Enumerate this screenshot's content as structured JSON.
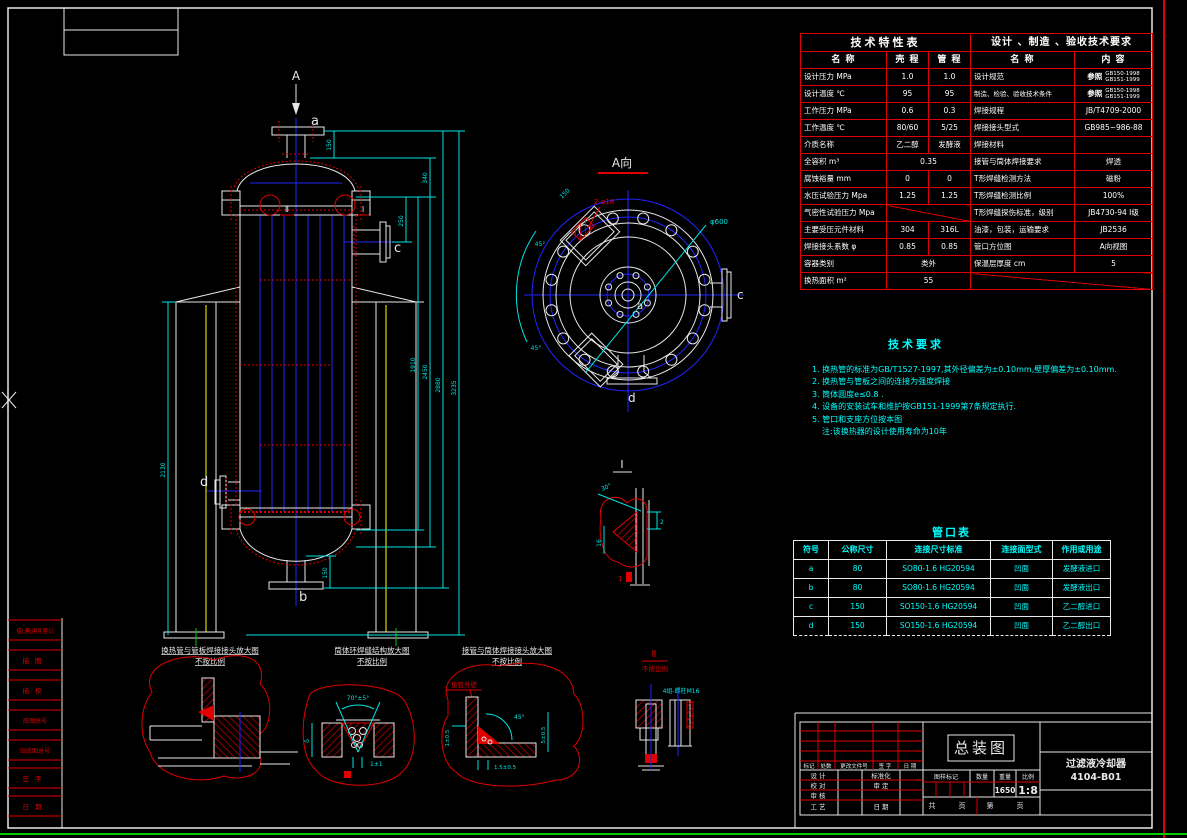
{
  "palette": {
    "background": "#000000",
    "line": "#ffffff",
    "accent_red": "#ff0000",
    "accent_cyan": "#00ffff",
    "accent_blue": "#0000ff",
    "accent_yellow": "#ffff00",
    "accent_green": "#00cc00"
  },
  "tech_table": {
    "title": "技术特性表",
    "headers": {
      "name": "名    称",
      "shell": "壳 程",
      "tube": "管 程"
    },
    "rows": [
      {
        "name": "设计压力  MPa",
        "shell": "1.0",
        "tube": "1.0"
      },
      {
        "name": "设计温度  ℃",
        "shell": "95",
        "tube": "95"
      },
      {
        "name": "工作压力  MPa",
        "shell": "0.6",
        "tube": "0.3"
      },
      {
        "name": "工作温度  ℃",
        "shell": "80/60",
        "tube": "5/25"
      },
      {
        "name": "介质名称",
        "shell": "乙二醇",
        "tube": "发酵液"
      },
      {
        "name": "全容积  m³",
        "span": "0.35"
      },
      {
        "name": "腐蚀裕量  mm",
        "shell": "0",
        "tube": "0"
      },
      {
        "name": "水压试验压力 Mpa",
        "shell": "1.25",
        "tube": "1.25"
      },
      {
        "name": "气密性试验压力 Mpa"
      },
      {
        "name": "主要受压元件材料",
        "shell": "304",
        "tube": "316L"
      },
      {
        "name": "焊接接头系数  φ",
        "shell": "0.85",
        "tube": "0.85"
      },
      {
        "name": "容器类别",
        "span": "类外"
      },
      {
        "name": "换热面积  m²",
        "span": "55"
      }
    ]
  },
  "req_table": {
    "title": "设计 、制造 、验收技术要求",
    "headers": {
      "name": "名    称",
      "content": "内    容"
    },
    "rows": [
      {
        "name": "设计规范",
        "prefix": "参照",
        "l1": "GB150-1998",
        "l2": "GB151-1999"
      },
      {
        "name": "制造、检验、验收技术条件",
        "prefix": "参照",
        "l1": "GB150-1998",
        "l2": "GB151-1999"
      },
      {
        "name": "焊接规程",
        "content": "JB/T4709-2000"
      },
      {
        "name": "焊接接头型式",
        "content": "GB985~986-88"
      },
      {
        "name": "焊接材料",
        "content": ""
      },
      {
        "name": "接管与筒体焊接要求",
        "content": "焊透"
      },
      {
        "name": "T形焊缝检测方法",
        "content": "磁粉"
      },
      {
        "name": "T形焊缝检测比例",
        "content": "100%"
      },
      {
        "name": "T形焊缝探伤标准，级别",
        "content": "JB4730-94 Ⅰ级"
      },
      {
        "name": "油漆，包装，运输要求",
        "content": "JB2536"
      },
      {
        "name": "管口方位图",
        "content": "A向视图"
      },
      {
        "name": "保温层厚度  cm",
        "content": "5"
      },
      {
        "name": ""
      }
    ]
  },
  "tech_req": {
    "title": "技术要求",
    "items": [
      "1. 换热管的标准为GB/T1527-1997,其外径偏差为±0.10mm,壁厚偏差为±0.10mm.",
      "2. 换热管与管板之间的连接为强度焊接",
      "3. 筒体圆度e≤0.8 .",
      "4. 设备的安装试车和维护按GB151-1999第7条规定执行.",
      "5. 管口和支座方位按本图",
      "注:该换热器的设计使用寿命为10年"
    ]
  },
  "nozzle_table": {
    "title": "管口表",
    "headers": [
      "符号",
      "公称尺寸",
      "连接尺寸标准",
      "连接面型式",
      "作用或用途"
    ],
    "rows": [
      [
        "a",
        "80",
        "SO80-1.6 HG20594",
        "凹面",
        "发酵液进口"
      ],
      [
        "b",
        "80",
        "SO80-1.6 HG20594",
        "凹面",
        "发酵液出口"
      ],
      [
        "c",
        "150",
        "SO150-1.6 HG20594",
        "凹面",
        "乙二醇进口"
      ],
      [
        "d",
        "150",
        "SO150-1.6 HG20594",
        "凹面",
        "乙二醇出口"
      ]
    ]
  },
  "title_block": {
    "drawing_title": "总装图",
    "part_name": "过滤液冷却器",
    "part_no": "4104-B01",
    "rev_header": [
      "标记",
      "处数",
      "更改文件号",
      "签  字",
      "日  期"
    ],
    "sign_left": [
      "设  计",
      "校  对",
      "审  核",
      "工  艺"
    ],
    "sign_mid": [
      "标准化",
      "审  定",
      "日  期"
    ],
    "stamp_headers": [
      "图样标记",
      "数量",
      "重量",
      "比例"
    ],
    "weight": "1650",
    "scale": "1:8",
    "pages": [
      "共",
      "页",
      "第",
      "页"
    ]
  },
  "edge_strip": [
    "借(通)用件登记",
    "描图",
    "描校",
    "底图总号",
    "旧底图总号",
    "签字",
    "日期"
  ],
  "lbl": {
    "A": "A",
    "a": "a",
    "b": "b",
    "c": "c",
    "d": "d",
    "aview": "A向",
    "mI": "Ⅰ",
    "mII": "Ⅱ",
    "detI": "Ⅰ",
    "detII": "Ⅱ",
    "nts": "不按比例",
    "bolt": "4组-螺柱M16",
    "bracket": "2-φ18",
    "diag": "φ600",
    "ang45a": "45°",
    "ang45b": "45°",
    "br150": "150",
    "pipe_wall": "接管外壁",
    "one": "1"
  },
  "dims": {
    "v150": "150",
    "v250": "250",
    "v340": "340",
    "v1910": "1910",
    "v2450": "2450",
    "v2880": "2880",
    "v3235": "3235",
    "v150b": "150",
    "vleft": "2130",
    "d1ang": "30°",
    "d1w": "2",
    "d1h": "16",
    "d2ang": "70°±5°",
    "d2t": "δ",
    "d2g": "1±1",
    "d3a": "1±0.5",
    "d3b": "45°",
    "d3c": "1.5±0.5",
    "d3d": "5±0.5",
    "av150": "150"
  },
  "details": {
    "t1a": "换热管与管板焊接接头放大图",
    "t1b": "不按比例",
    "t2a": "筒体环焊缝结构放大图",
    "t2b": "不按比例",
    "t3a": "接管与筒体焊接接头放大图",
    "t3b": "不按比例"
  }
}
